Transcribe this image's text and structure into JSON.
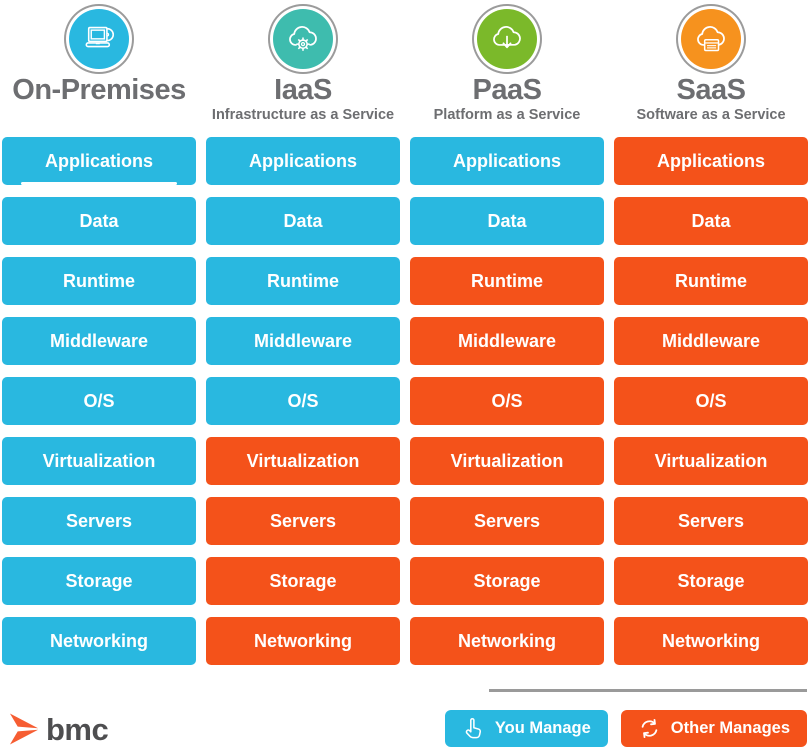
{
  "colors": {
    "you": "#29b8e0",
    "other": "#f4521a",
    "title_gray": "#6d6e71",
    "divider_gray": "#9a9a9a",
    "ring_gray": "#9b9b9b",
    "bmc_text_gray": "#4e4e50",
    "bmc_mark_orange": "#f65d32",
    "iaas_circle": "#3ebcae",
    "paas_circle": "#7bb92a",
    "saas_circle": "#f6921e",
    "onprem_circle": "#29b8e0"
  },
  "columns": [
    {
      "id": "on-premises",
      "title": "On-Premises",
      "subtitle": "",
      "icon": "laptop-icon",
      "icon_color": "#29b8e0",
      "rows": [
        {
          "label": "Applications",
          "manage": "you",
          "underline": true
        },
        {
          "label": "Data",
          "manage": "you"
        },
        {
          "label": "Runtime",
          "manage": "you"
        },
        {
          "label": "Middleware",
          "manage": "you"
        },
        {
          "label": "O/S",
          "manage": "you"
        },
        {
          "label": "Virtualization",
          "manage": "you"
        },
        {
          "label": "Servers",
          "manage": "you"
        },
        {
          "label": "Storage",
          "manage": "you"
        },
        {
          "label": "Networking",
          "manage": "you"
        }
      ]
    },
    {
      "id": "iaas",
      "title": "IaaS",
      "subtitle": "Infrastructure as a Service",
      "icon": "cloud-gear-icon",
      "icon_color": "#3ebcae",
      "rows": [
        {
          "label": "Applications",
          "manage": "you"
        },
        {
          "label": "Data",
          "manage": "you"
        },
        {
          "label": "Runtime",
          "manage": "you"
        },
        {
          "label": "Middleware",
          "manage": "you"
        },
        {
          "label": "O/S",
          "manage": "you"
        },
        {
          "label": "Virtualization",
          "manage": "other"
        },
        {
          "label": "Servers",
          "manage": "other"
        },
        {
          "label": "Storage",
          "manage": "other"
        },
        {
          "label": "Networking",
          "manage": "other"
        }
      ]
    },
    {
      "id": "paas",
      "title": "PaaS",
      "subtitle": "Platform as a Service",
      "icon": "cloud-download-icon",
      "icon_color": "#7bb92a",
      "rows": [
        {
          "label": "Applications",
          "manage": "you"
        },
        {
          "label": "Data",
          "manage": "you"
        },
        {
          "label": "Runtime",
          "manage": "other"
        },
        {
          "label": "Middleware",
          "manage": "other"
        },
        {
          "label": "O/S",
          "manage": "other"
        },
        {
          "label": "Virtualization",
          "manage": "other"
        },
        {
          "label": "Servers",
          "manage": "other"
        },
        {
          "label": "Storage",
          "manage": "other"
        },
        {
          "label": "Networking",
          "manage": "other"
        }
      ]
    },
    {
      "id": "saas",
      "title": "SaaS",
      "subtitle": "Software as a Service",
      "icon": "cloud-app-icon",
      "icon_color": "#f6921e",
      "rows": [
        {
          "label": "Applications",
          "manage": "other"
        },
        {
          "label": "Data",
          "manage": "other"
        },
        {
          "label": "Runtime",
          "manage": "other"
        },
        {
          "label": "Middleware",
          "manage": "other"
        },
        {
          "label": "O/S",
          "manage": "other"
        },
        {
          "label": "Virtualization",
          "manage": "other"
        },
        {
          "label": "Servers",
          "manage": "other"
        },
        {
          "label": "Storage",
          "manage": "other"
        },
        {
          "label": "Networking",
          "manage": "other"
        }
      ]
    }
  ],
  "legend": {
    "items": [
      {
        "label": "You Manage",
        "icon": "hand-icon",
        "manage": "you"
      },
      {
        "label": "Other Manages",
        "icon": "refresh-icon",
        "manage": "other"
      }
    ]
  },
  "footer": {
    "logo_text": "bmc"
  }
}
